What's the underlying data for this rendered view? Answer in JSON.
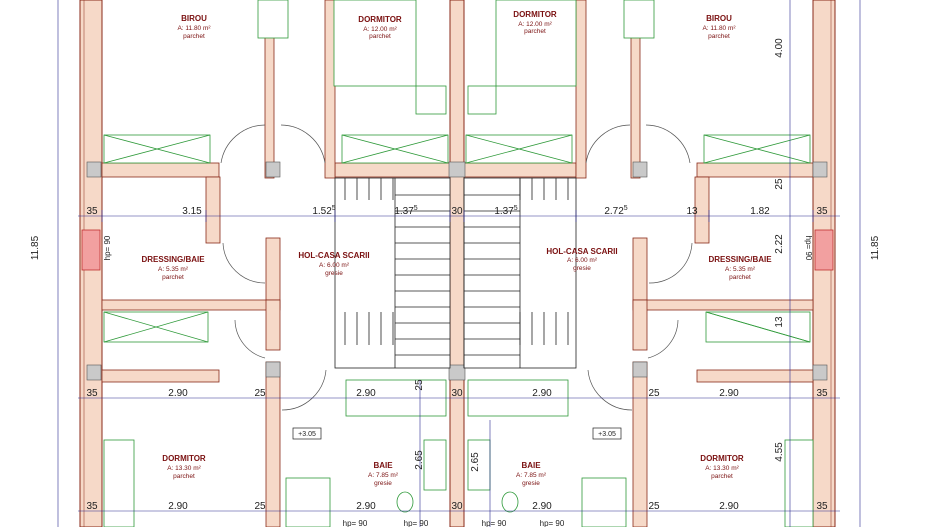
{
  "rooms": [
    {
      "id": "birou-left",
      "name": "BIROU",
      "area": "A: 11.80 m²",
      "floor": "parchet"
    },
    {
      "id": "dormitor-top-left",
      "name": "DORMITOR",
      "area": "A: 12.00 m²",
      "floor": "parchet"
    },
    {
      "id": "dormitor-top-right",
      "name": "DORMITOR",
      "area": "A: 12.00 m²",
      "floor": "parchet"
    },
    {
      "id": "birou-right",
      "name": "BIROU",
      "area": "A: 11.80 m²",
      "floor": "parchet"
    },
    {
      "id": "dressing-left",
      "name": "DRESSING/BAIE",
      "area": "A: 5.35 m²",
      "floor": "parchet"
    },
    {
      "id": "hol-left",
      "name": "HOL-CASA SCARII",
      "area": "A: 6.00 m²",
      "floor": "gresie"
    },
    {
      "id": "hol-right",
      "name": "HOL-CASA SCARII",
      "area": "A: 6.00 m²",
      "floor": "gresie"
    },
    {
      "id": "dressing-right",
      "name": "DRESSING/BAIE",
      "area": "A: 5.35 m²",
      "floor": "parchet"
    },
    {
      "id": "dormitor-bottom-left",
      "name": "DORMITOR",
      "area": "A: 13.30 m²",
      "floor": "parchet"
    },
    {
      "id": "baie-left",
      "name": "BAIE",
      "area": "A: 7.85 m²",
      "floor": "gresie"
    },
    {
      "id": "baie-right",
      "name": "BAIE",
      "area": "A: 7.85 m²",
      "floor": "gresie"
    },
    {
      "id": "dormitor-bottom-right",
      "name": "DORMITOR",
      "area": "A: 13.30 m²",
      "floor": "parchet"
    }
  ],
  "dims": {
    "row1_35_left": "35",
    "row1_315": "3.15",
    "row1_152": "1.52",
    "row1_152_sup": "5",
    "row1_137_left": "1.37",
    "row1_137_left_sup": "5",
    "row1_30": "30",
    "row1_137_right": "1.37",
    "row1_137_right_sup": "5",
    "row1_272": "2.72",
    "row1_272_sup": "5",
    "row1_13": "13",
    "row1_182": "1.82",
    "row1_35_right": "35",
    "row2_35_left": "35",
    "row2_290_a": "2.90",
    "row2_25_a": "25",
    "row2_290_b": "2.90",
    "row2_30": "30",
    "row2_290_c": "2.90",
    "row2_25_b": "25",
    "row2_290_d": "2.90",
    "row2_35_right": "35",
    "row3_35_left": "35",
    "row3_290_a": "2.90",
    "row3_25_a": "25",
    "row3_290_b": "2.90",
    "row3_30": "30",
    "row3_290_c": "2.90",
    "row3_25_b": "25",
    "row3_290_d": "2.90",
    "row3_35_right": "35",
    "v_overall_left": "11.85",
    "v_overall_right": "11.85",
    "v_400": "4.00",
    "v_25_a": "25",
    "v_222": "2.22",
    "v_13": "13",
    "v_455": "4.55",
    "v_25_mid": "25",
    "v_265_a": "2.65",
    "v_265_b": "2.65",
    "window_hp_90_right": "hp= 90",
    "window_hp_90_left": "hp= 90",
    "bottom_hp_90_a": "hp= 90",
    "bottom_hp_90_b": "hp= 90",
    "bottom_hp_90_c": "hp= 90",
    "bottom_hp_90_d": "hp= 90"
  },
  "levels": {
    "left": "+3.05",
    "right": "+3.05"
  }
}
